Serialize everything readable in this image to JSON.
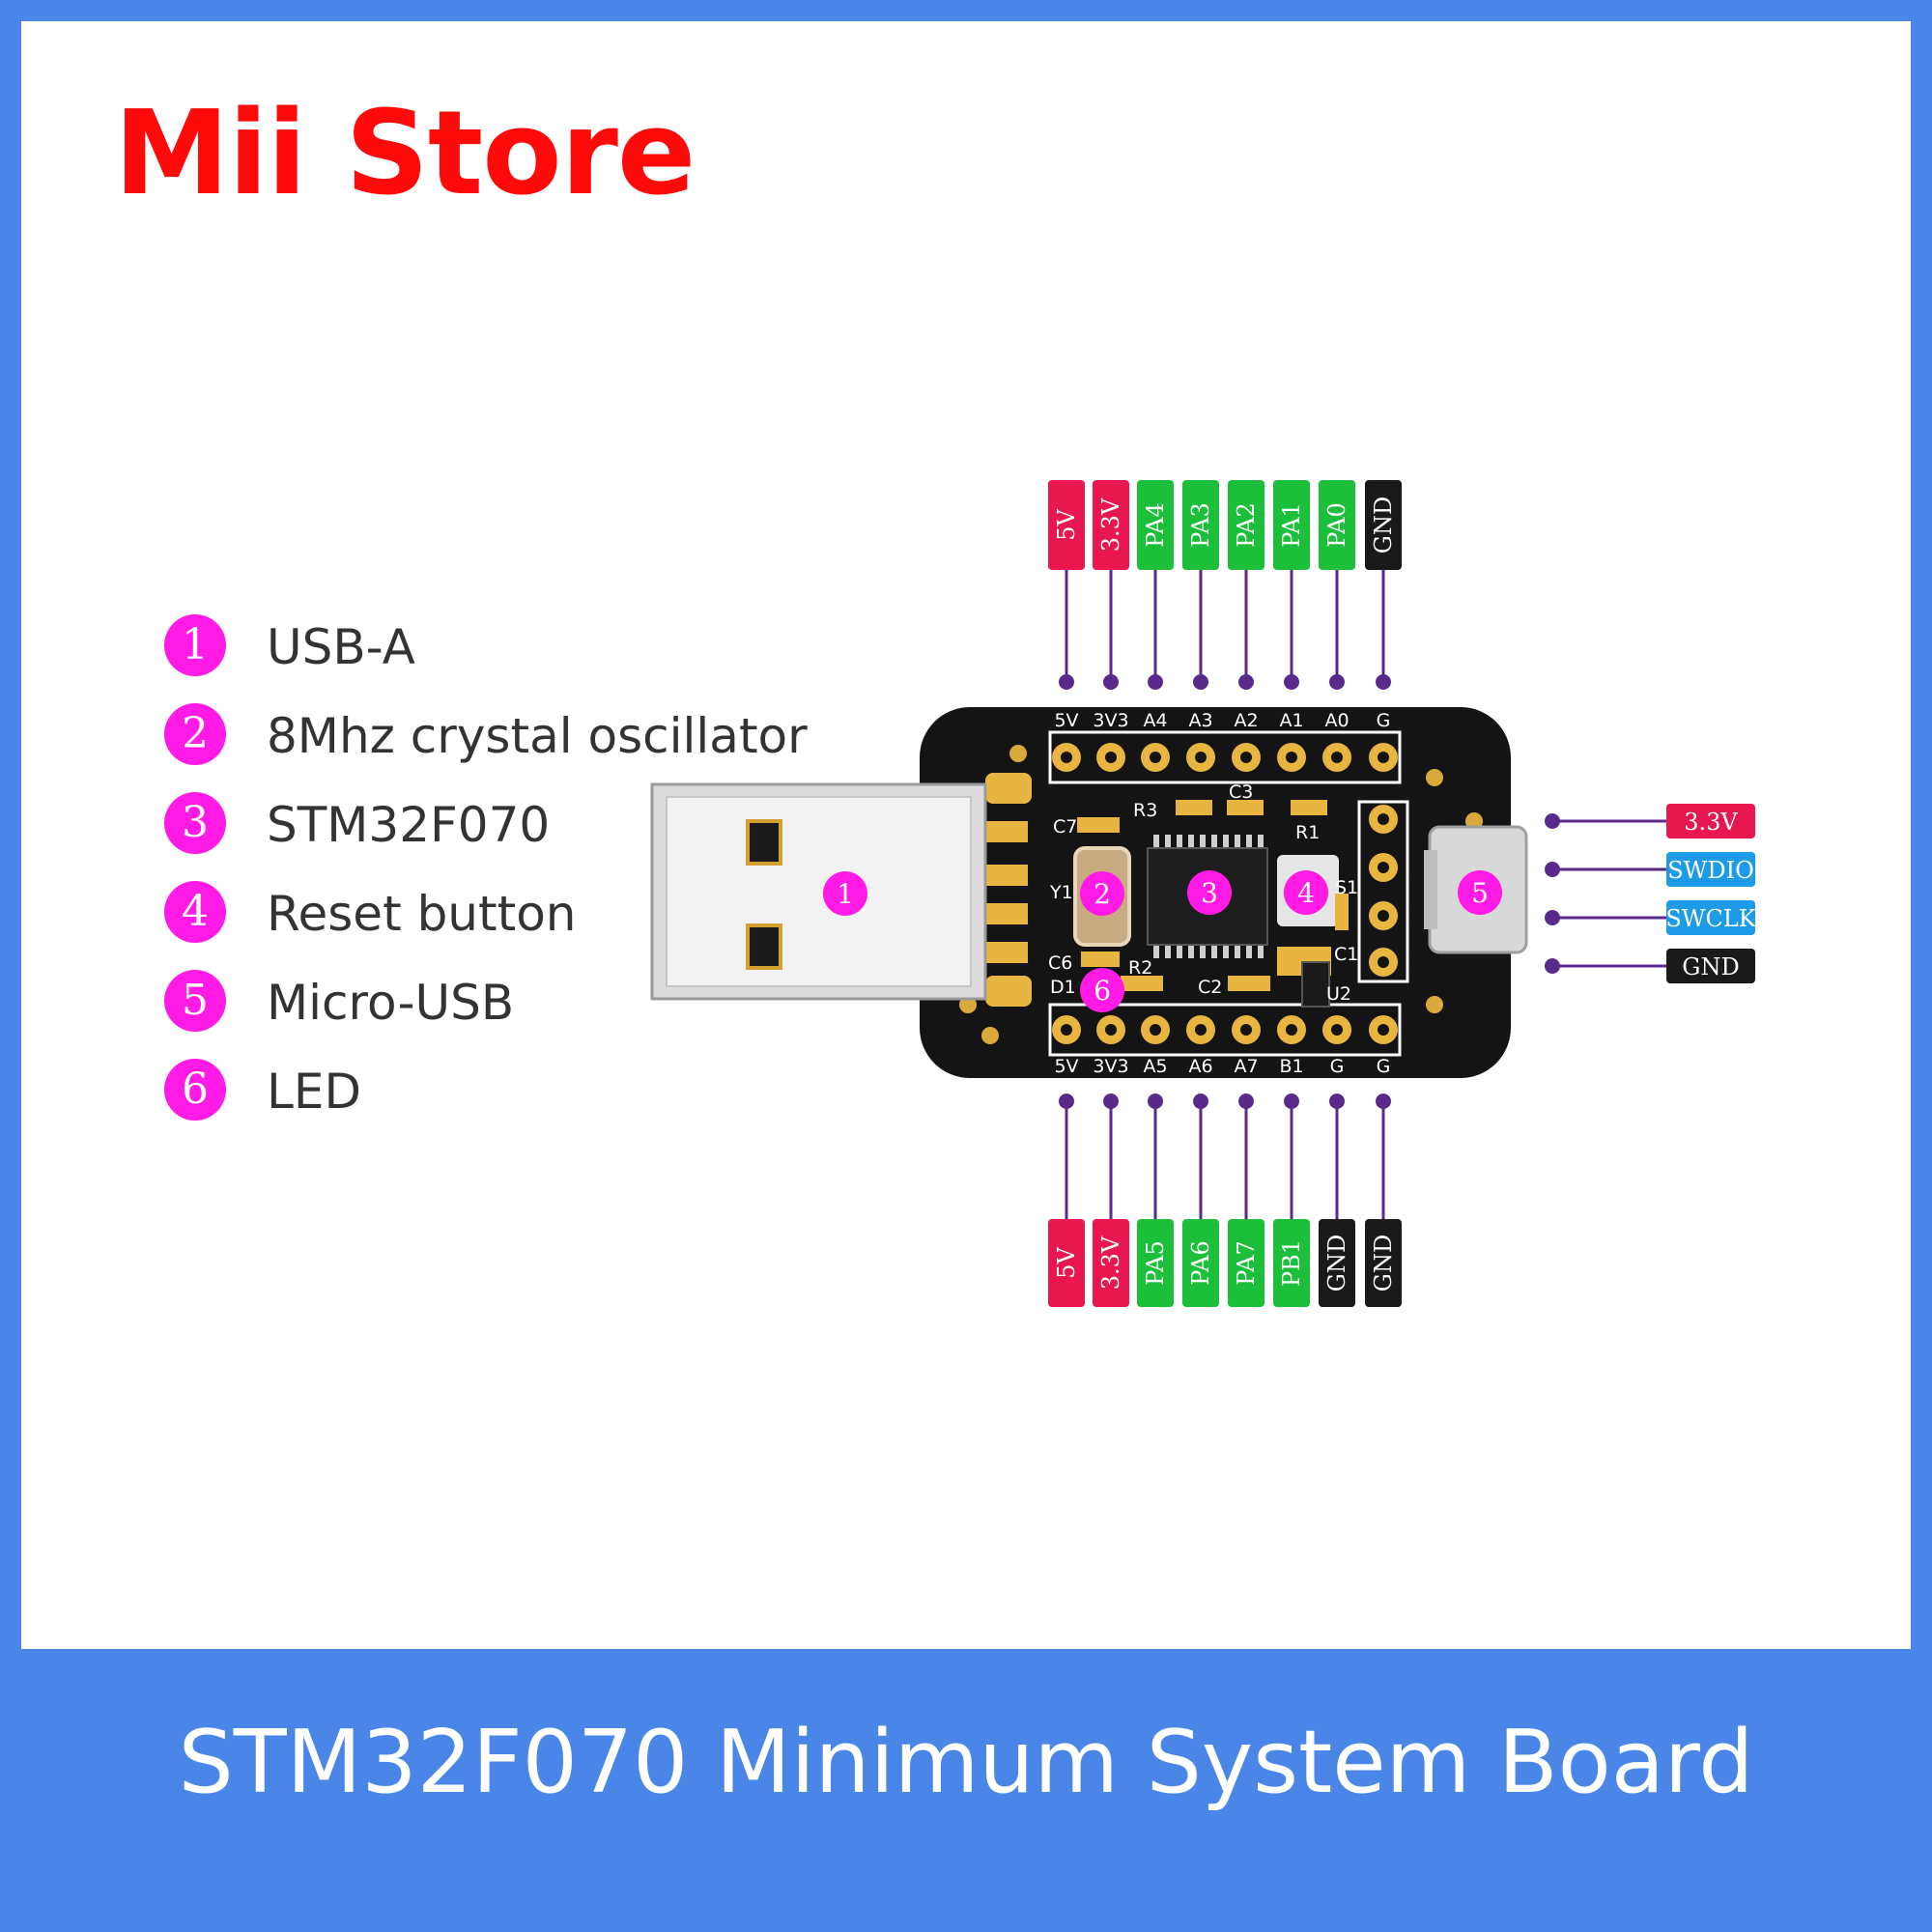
{
  "header": {
    "store_name": "Mii Store"
  },
  "footer": {
    "title": "STM32F070 Minimum System Board"
  },
  "legend": [
    {
      "num": "1",
      "label": "USB-A"
    },
    {
      "num": "2",
      "label": "8Mhz crystal oscillator"
    },
    {
      "num": "3",
      "label": "STM32F070"
    },
    {
      "num": "4",
      "label": "Reset button"
    },
    {
      "num": "5",
      "label": "Micro-USB"
    },
    {
      "num": "6",
      "label": "LED"
    }
  ],
  "top_pins": [
    {
      "label": "5V",
      "color": "#e8174f",
      "silk": "5V"
    },
    {
      "label": "3.3V",
      "color": "#e8174f",
      "silk": "3V3"
    },
    {
      "label": "PA4",
      "color": "#1bbf3a",
      "silk": "A4"
    },
    {
      "label": "PA3",
      "color": "#1bbf3a",
      "silk": "A3"
    },
    {
      "label": "PA2",
      "color": "#1bbf3a",
      "silk": "A2"
    },
    {
      "label": "PA1",
      "color": "#1bbf3a",
      "silk": "A1"
    },
    {
      "label": "PA0",
      "color": "#1bbf3a",
      "silk": "A0"
    },
    {
      "label": "GND",
      "color": "#1a1a1a",
      "silk": "G"
    }
  ],
  "bottom_pins": [
    {
      "label": "5V",
      "color": "#e8174f",
      "silk": "5V"
    },
    {
      "label": "3.3V",
      "color": "#e8174f",
      "silk": "3V3"
    },
    {
      "label": "PA5",
      "color": "#1bbf3a",
      "silk": "A5"
    },
    {
      "label": "PA6",
      "color": "#1bbf3a",
      "silk": "A6"
    },
    {
      "label": "PA7",
      "color": "#1bbf3a",
      "silk": "A7"
    },
    {
      "label": "PB1",
      "color": "#1bbf3a",
      "silk": "B1"
    },
    {
      "label": "GND",
      "color": "#1a1a1a",
      "silk": "G"
    },
    {
      "label": "GND",
      "color": "#1a1a1a",
      "silk": "G"
    }
  ],
  "right_pins": [
    {
      "label": "3.3V",
      "color": "#e8174f"
    },
    {
      "label": "SWDIO",
      "color": "#1e9be8"
    },
    {
      "label": "SWCLK",
      "color": "#1e9be8"
    },
    {
      "label": "GND",
      "color": "#1a1a1a"
    }
  ],
  "board_silkscreen": [
    "C7",
    "R3",
    "C3",
    "R1",
    "Y1",
    "S1",
    "C1",
    "C6",
    "R2",
    "D1",
    "C2",
    "U2"
  ],
  "markers": [
    "1",
    "2",
    "3",
    "4",
    "5",
    "6"
  ],
  "colors": {
    "background": "#4a86e8",
    "accent": "#ff1ae6",
    "title": "#ff0a0a",
    "board": "#141414"
  }
}
